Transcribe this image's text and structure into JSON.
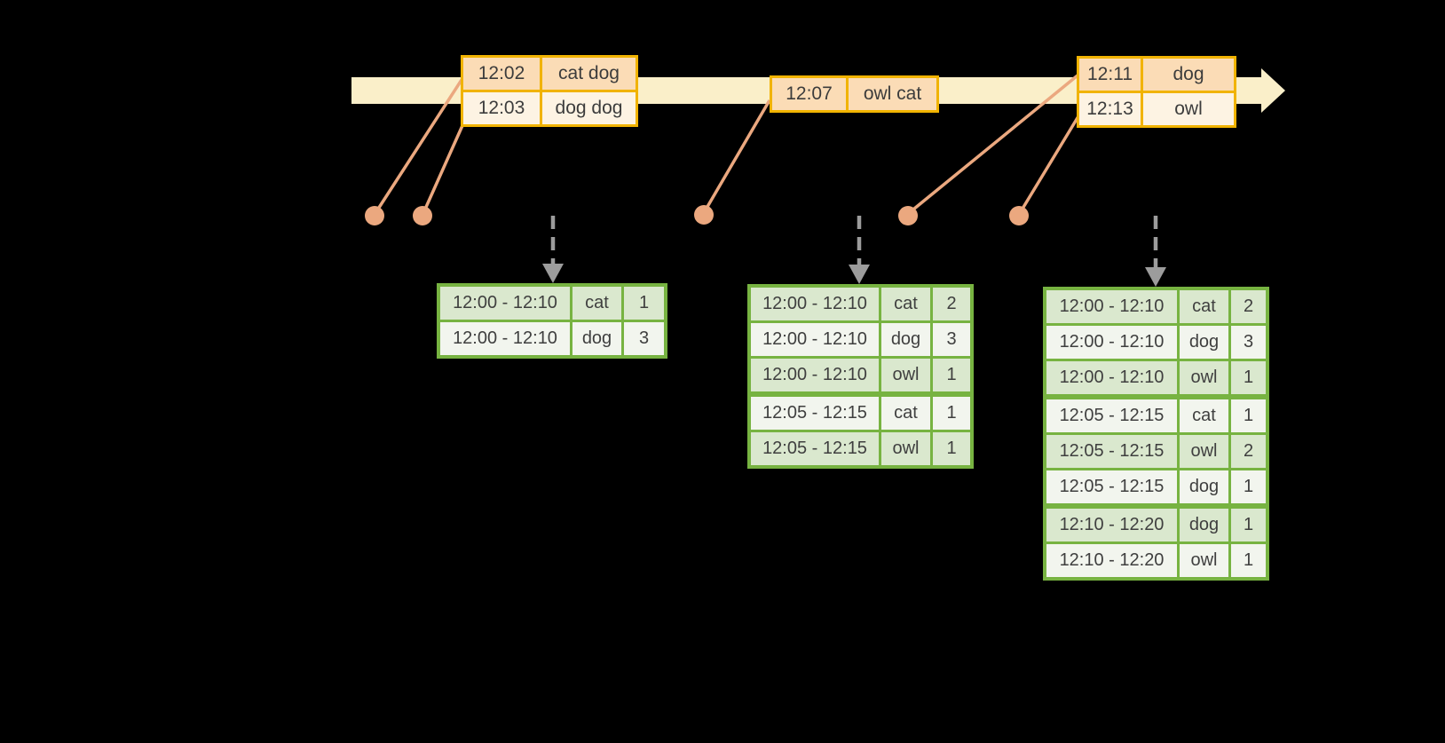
{
  "colors": {
    "background": "#000000",
    "timeline_band": "#FAEFC9",
    "event_table_border": "#F1B300",
    "event_fill_dark": "#FBDCB6",
    "event_fill_light": "#FDF3E3",
    "connector_salmon": "#EBA87F",
    "trigger_arrow_gray": "#9C9C9C",
    "result_table_border": "#77B341",
    "result_fill_dark": "#DAE8CE",
    "result_fill_light": "#F2F5EE"
  },
  "event_tables": [
    {
      "rows": [
        {
          "time": "12:02",
          "words": "cat dog"
        },
        {
          "time": "12:03",
          "words": "dog dog"
        }
      ]
    },
    {
      "rows": [
        {
          "time": "12:07",
          "words": "owl cat"
        }
      ]
    },
    {
      "rows": [
        {
          "time": "12:11",
          "words": "dog"
        },
        {
          "time": "12:13",
          "words": "owl"
        }
      ]
    }
  ],
  "result_tables": [
    {
      "rows": [
        {
          "window": "12:00 - 12:10",
          "word": "cat",
          "count": "1"
        },
        {
          "window": "12:00 - 12:10",
          "word": "dog",
          "count": "3"
        }
      ]
    },
    {
      "rows": [
        {
          "window": "12:00 - 12:10",
          "word": "cat",
          "count": "2"
        },
        {
          "window": "12:00 - 12:10",
          "word": "dog",
          "count": "3"
        },
        {
          "window": "12:00 - 12:10",
          "word": "owl",
          "count": "1"
        },
        {
          "window": "12:05 - 12:15",
          "word": "cat",
          "count": "1"
        },
        {
          "window": "12:05 - 12:15",
          "word": "owl",
          "count": "1"
        }
      ]
    },
    {
      "rows": [
        {
          "window": "12:00 - 12:10",
          "word": "cat",
          "count": "2"
        },
        {
          "window": "12:00 - 12:10",
          "word": "dog",
          "count": "3"
        },
        {
          "window": "12:00 - 12:10",
          "word": "owl",
          "count": "1"
        },
        {
          "window": "12:05 - 12:15",
          "word": "cat",
          "count": "1"
        },
        {
          "window": "12:05 - 12:15",
          "word": "owl",
          "count": "2"
        },
        {
          "window": "12:05 - 12:15",
          "word": "dog",
          "count": "1"
        },
        {
          "window": "12:10 - 12:20",
          "word": "dog",
          "count": "1"
        },
        {
          "window": "12:10 - 12:20",
          "word": "owl",
          "count": "1"
        }
      ]
    }
  ]
}
